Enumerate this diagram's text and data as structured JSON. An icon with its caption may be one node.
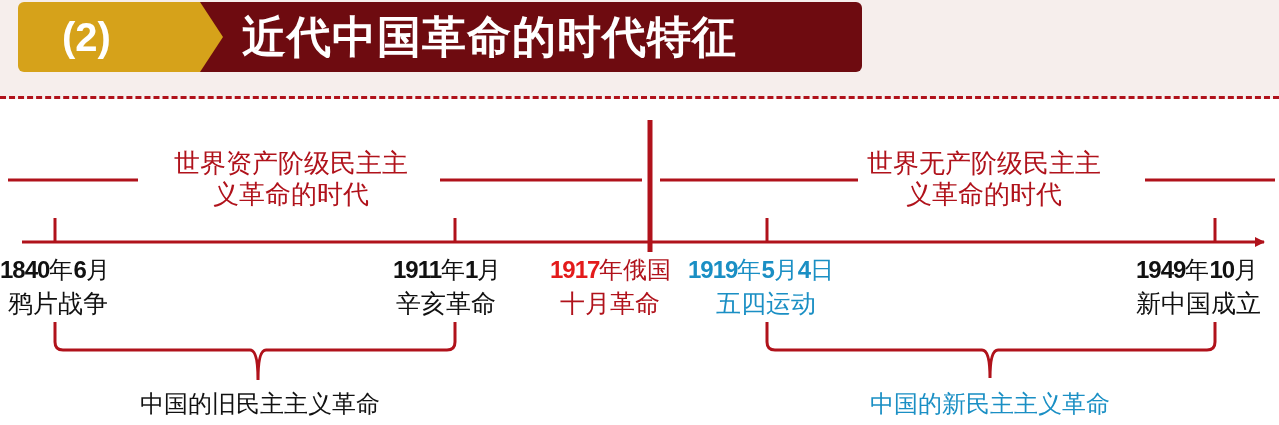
{
  "diagram": {
    "title": "近代中国革命的时代特征",
    "nodes": [
      {
        "text": [
          "(2)"
        ]
      }
    ],
    "labels": [
      "世界资产阶级民主主义革命的时代",
      "世界无产阶级民主主义革命的时代",
      "**1840**年**6**月",
      "鸦片战争",
      "**1911**年**1**月",
      "辛亥革命",
      "**1917**年俄国",
      "十月革命",
      "**1919**年**5**月**4**日",
      "五四运动",
      "**1949**年**10**月",
      "新中国成立",
      "中国的旧民主主义革命",
      "中国的新民主主义革命"
    ]
  }
}
